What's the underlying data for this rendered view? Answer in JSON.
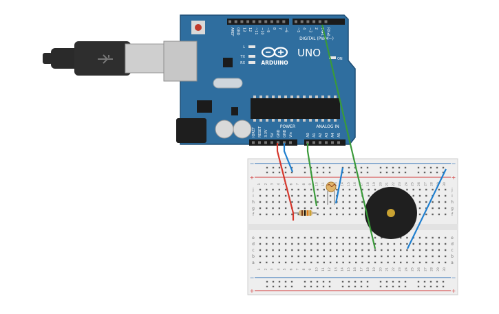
{
  "colors": {
    "board": "#2f6e9f",
    "board_dark": "#1f4f76",
    "header": "#1b1b1b",
    "pin": "#777777",
    "silk": "#ffffff",
    "breadboard": "#eeeeee",
    "hole": "#5f5f5f",
    "rail_red": "#d23b3b",
    "rail_blue": "#2b6db5",
    "wire_red": "#d6372c",
    "wire_blue": "#1f7fcf",
    "wire_green": "#3a9a3a",
    "buzzer": "#1f1f1f",
    "buzzer_center": "#c9a232",
    "usb_plug": "#2a2a2a",
    "usb_metal": "#c9c9c9"
  },
  "board": {
    "logo": "ARDUINO",
    "model": "UNO",
    "digital_label": "DIGITAL (PWM~)",
    "power_label": "POWER",
    "analog_label": "ANALOG IN",
    "on_label": "ON",
    "l_label": "L",
    "tx_label": "TX",
    "rx_label": "RX",
    "digital_pins": [
      "AREF",
      "GND",
      "13",
      "12",
      "~11",
      "~10",
      "~9",
      "8",
      "7",
      "~6",
      "~5",
      "4",
      "~3",
      "2",
      "TX▸1",
      "RX◂0"
    ],
    "power_pins": [
      "IOREF",
      "RESET",
      "3.3V",
      "5V",
      "GND",
      "GND",
      "Vin"
    ],
    "analog_pins": [
      "A0",
      "A1",
      "A2",
      "A3",
      "A4",
      "A5"
    ]
  },
  "breadboard": {
    "columns": [
      "1",
      "2",
      "3",
      "4",
      "5",
      "6",
      "7",
      "8",
      "9",
      "10",
      "11",
      "12",
      "13",
      "14",
      "15",
      "16",
      "17",
      "18",
      "19",
      "20",
      "21",
      "22",
      "23",
      "24",
      "25",
      "26",
      "27",
      "28",
      "29",
      "30"
    ],
    "rows_top": [
      "j",
      "i",
      "h",
      "g",
      "f"
    ],
    "rows_bottom": [
      "e",
      "d",
      "c",
      "b",
      "a"
    ],
    "rail_plus": "+",
    "rail_minus": "−"
  },
  "icons": {
    "usb": "usb-icon",
    "buzzer": "buzzer-icon",
    "photoresistor": "photoresistor-icon",
    "resistor": "resistor-icon"
  }
}
